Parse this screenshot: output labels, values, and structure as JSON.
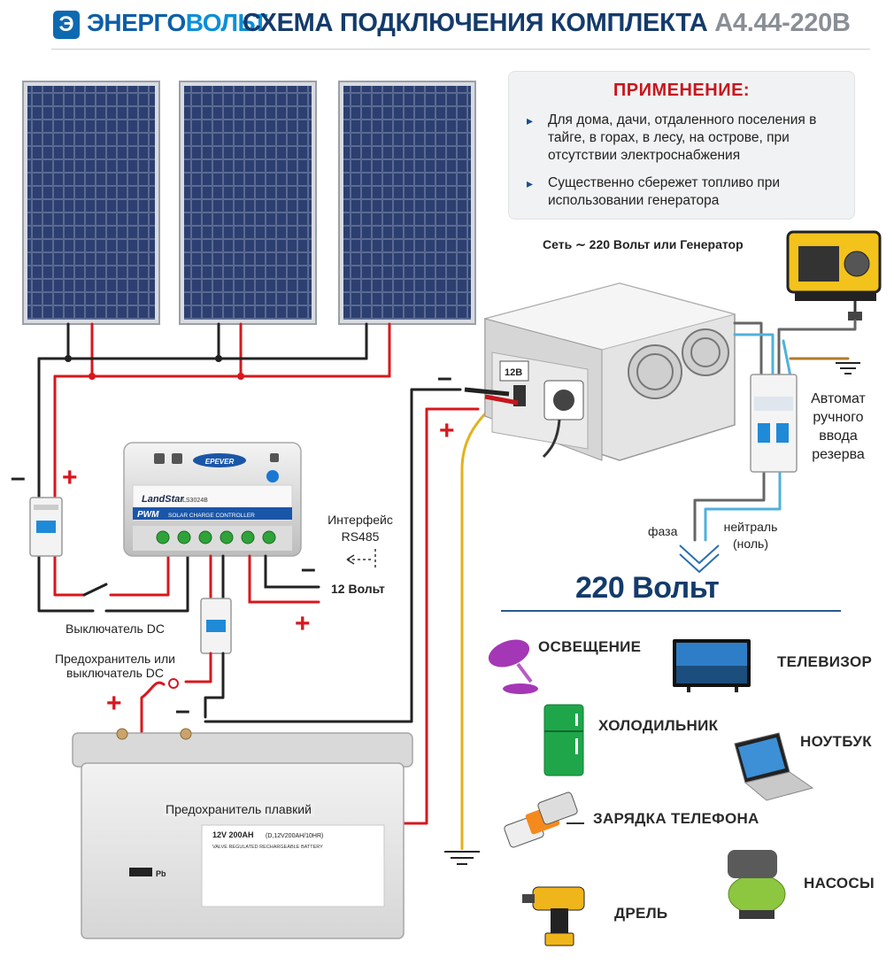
{
  "header": {
    "logo_letter": "Э",
    "brand_part1": "ЭНЕРГО",
    "brand_part2": "ВОЛЬТ",
    "title": "СХЕМА ПОДКЛЮЧЕНИЯ КОМПЛЕКТА",
    "model": "А4.44-220В"
  },
  "application": {
    "title": "ПРИМЕНЕНИЕ:",
    "items": [
      "Для дома, дачи, отдаленного поселения в тайге, в горах, в лесу, на острове, при отсутствии электроснабжения",
      "Существенно сбережет топливо при использовании генератора"
    ]
  },
  "labels": {
    "grid_source": "Сеть ∼ 220 Вольт или Генератор",
    "transfer_switch_1": "Автомат",
    "transfer_switch_2": "ручного",
    "transfer_switch_3": "ввода",
    "transfer_switch_4": "резерва",
    "phase": "фаза",
    "neutral_1": "нейтраль",
    "neutral_2": "(ноль)",
    "interface_1": "Интерфейс",
    "interface_2": "RS485",
    "volt12": "12 Вольт",
    "dc_switch": "Выключатель DC",
    "fuse_or_switch_1": "Предохранитель или",
    "fuse_or_switch_2": "выключатель DC",
    "fuse_melt": "Предохранитель плавкий",
    "volt220": "220 Вольт",
    "plus": "+",
    "minus": "–"
  },
  "controller": {
    "brand": "EPEVER",
    "model": "LandStar",
    "model_code": "LS3024B",
    "type_pwm": "PWM",
    "type_text": "SOLAR CHARGE CONTROLLER"
  },
  "inverter": {
    "label": "12В"
  },
  "battery": {
    "spec": "12V 200AH",
    "spec_detail": "(D,12V200AH/10HR)",
    "line2": "VALVE REGULATED RECHARGEABLE BATTERY",
    "pb": "Pb"
  },
  "devices": [
    "ОСВЕЩЕНИЕ",
    "ТЕЛЕВИЗОР",
    "ХОЛОДИЛЬНИК",
    "НОУТБУК",
    "ЗАРЯДКА ТЕЛЕФОНА",
    "НАСОСЫ",
    "ДРЕЛЬ"
  ],
  "colors": {
    "brand_blue": "#0d5ea8",
    "title_navy": "#143b6b",
    "accent_red": "#c8161d",
    "wire_red": "#d8171e",
    "wire_black": "#222222",
    "wire_yellow": "#e3b21c",
    "wire_blue": "#4fb1dc",
    "wire_brown": "#b07a2a"
  }
}
